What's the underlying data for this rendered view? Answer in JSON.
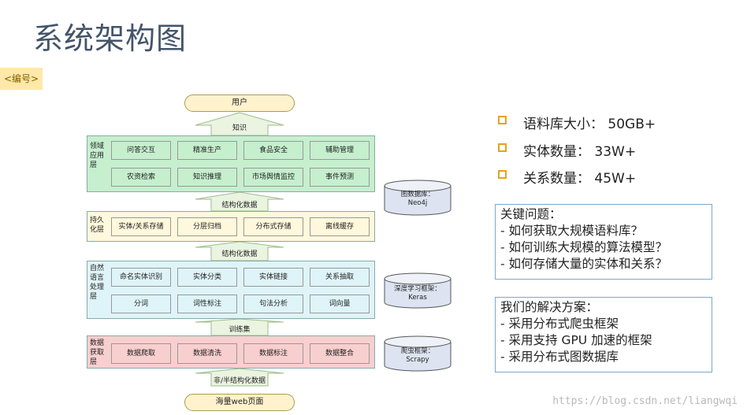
{
  "title": "系统架构图",
  "tag": "<编号>",
  "diagram": {
    "top_node": "用户",
    "bottom_node": "海量web页面",
    "arrows": [
      "知识",
      "结构化数据",
      "结构化数据",
      "训练集",
      "非/半结构化数据"
    ],
    "layers": [
      {
        "label": [
          "领域",
          "应用",
          "层"
        ],
        "color": "#c6efce",
        "cells": [
          [
            "问答交互",
            "精准生产",
            "食品安全",
            "辅助管理"
          ],
          [
            "农资检索",
            "知识推理",
            "市场舆情监控",
            "事件预测"
          ]
        ]
      },
      {
        "label": [
          "持久",
          "化层"
        ],
        "color": "#fff8dc",
        "cells": [
          [
            "实体/关系存储",
            "分层归档",
            "分布式存储",
            "离线缓存"
          ]
        ]
      },
      {
        "label": [
          "自然",
          "语言",
          "处理",
          "层"
        ],
        "color": "#dff4f8",
        "cells": [
          [
            "命名实体识别",
            "实体分类",
            "实体链接",
            "关系抽取"
          ],
          [
            "分词",
            "词性标注",
            "句法分析",
            "词向量"
          ]
        ]
      },
      {
        "label": [
          "数据",
          "获取",
          "层"
        ],
        "color": "#f8cfcf",
        "cells": [
          [
            "数据爬取",
            "数据清洗",
            "数据标注",
            "数据整合"
          ]
        ]
      }
    ],
    "databases": [
      {
        "lines": [
          "图数据库：",
          "Neo4j"
        ]
      },
      {
        "lines": [
          "深度学习框架：",
          "Keras"
        ]
      },
      {
        "lines": [
          "爬虫框架：",
          "Scrapy"
        ]
      }
    ]
  },
  "stats": [
    {
      "label": "语料库大小：",
      "value": "50GB+"
    },
    {
      "label": "实体数量：",
      "value": "33W+"
    },
    {
      "label": "关系数量：",
      "value": "45W+"
    }
  ],
  "key_issues": {
    "heading": "关键问题：",
    "items": [
      "- 如何获取大规模语料库？",
      "- 如何训练大规模的算法模型？",
      "- 如何存储大量的实体和关系？"
    ]
  },
  "solutions": {
    "heading": "我们的解决方案：",
    "items": [
      "- 采用分布式爬虫框架",
      "- 采用支持 GPU 加速的框架",
      "- 采用分布式图数据库"
    ]
  },
  "watermark": "https://blog.csdn.net/liangwqi",
  "colors": {
    "accent": "#e8a317",
    "title": "#44546a",
    "box_border": "#7fa7c9"
  }
}
